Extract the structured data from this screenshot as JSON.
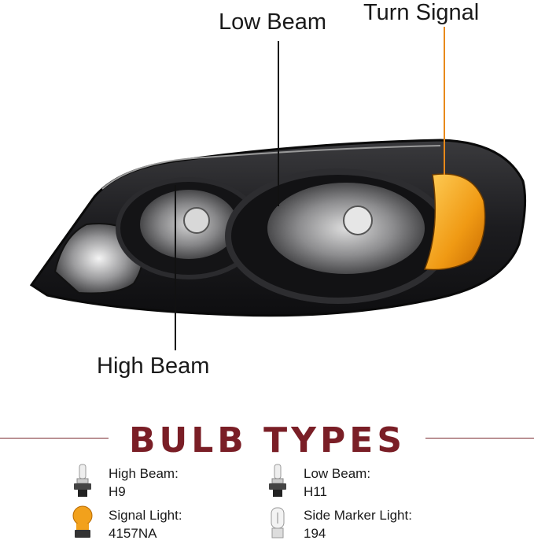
{
  "callouts": {
    "low_beam": "Low Beam",
    "turn_signal": "Turn Signal",
    "high_beam": "High Beam"
  },
  "section_title": "BULB TYPES",
  "bulbs": [
    {
      "name": "High Beam:",
      "code": "H9",
      "icon": "halogen-bulb-icon"
    },
    {
      "name": "Low Beam:",
      "code": "H11",
      "icon": "halogen-bulb-icon"
    },
    {
      "name": "Signal Light:",
      "code": "4157NA",
      "icon": "amber-wedge-bulb-icon"
    },
    {
      "name": "Side Marker Light:",
      "code": "194",
      "icon": "wedge-bulb-icon"
    }
  ],
  "colors": {
    "title": "#7a1e26",
    "signal_amber": "#f0a020",
    "housing": "#1b1b1d"
  }
}
